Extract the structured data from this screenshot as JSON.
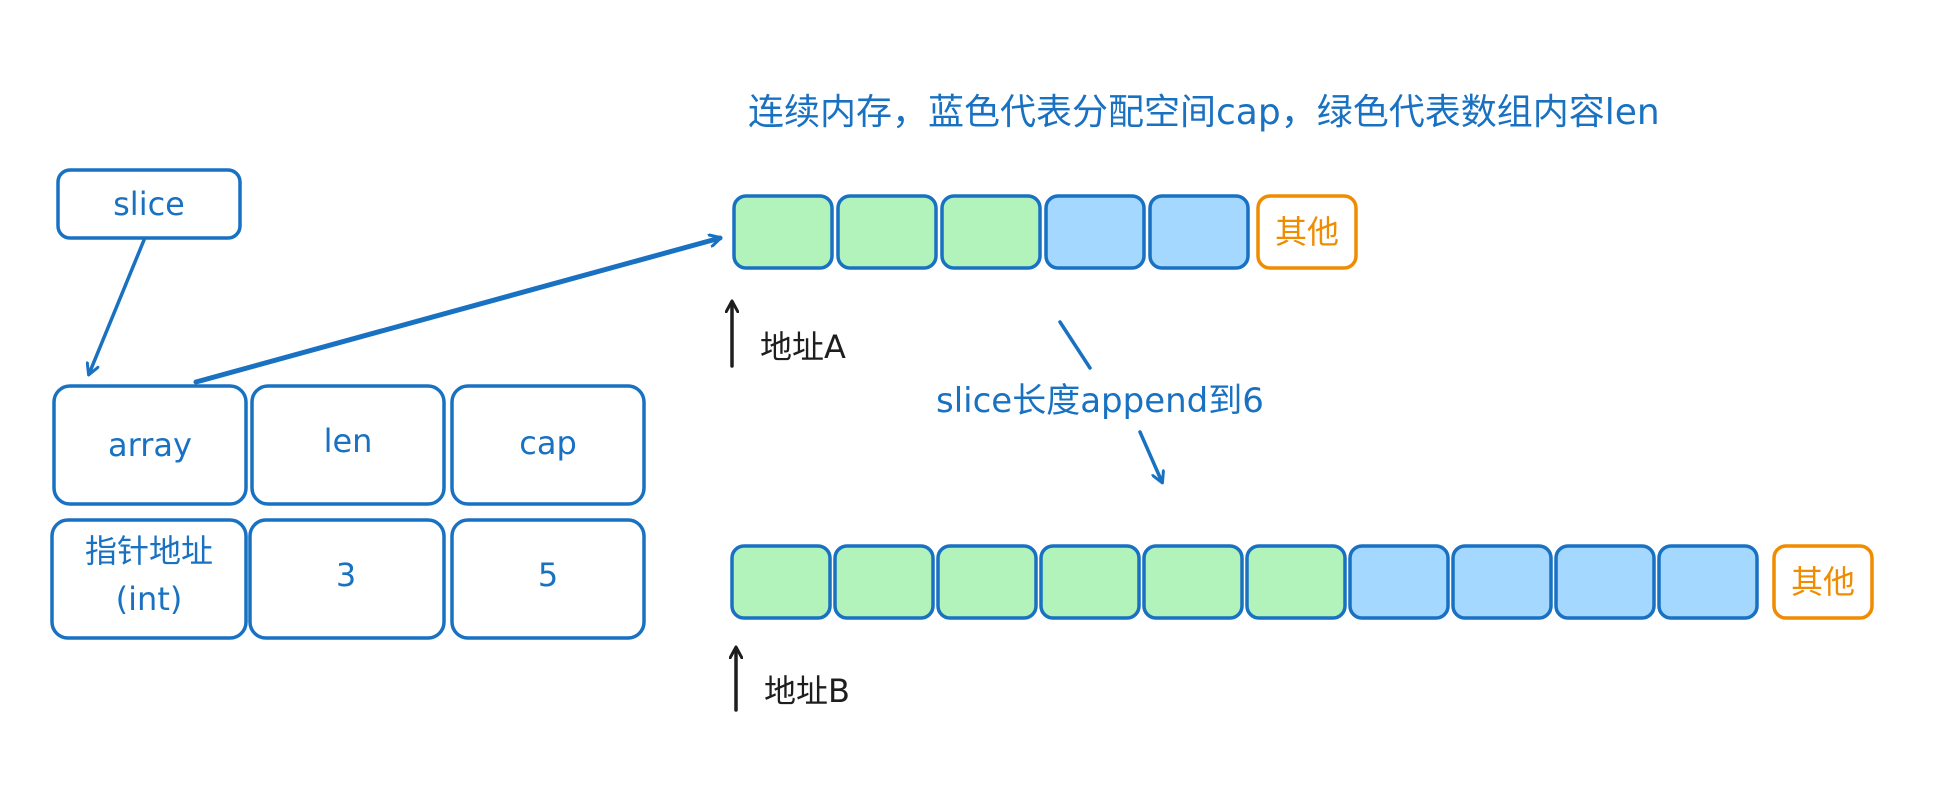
{
  "caption": "连续内存，蓝色代表分配空间cap，绿色代表数组内容len",
  "slice_label": "slice",
  "header": {
    "fields": [
      "array",
      "len",
      "cap"
    ],
    "values": [
      "指针地址",
      "3",
      "5"
    ],
    "pointer_type": "(int)"
  },
  "array_a": {
    "len": 3,
    "cap": 5,
    "other_label": "其他",
    "address_label": "地址A"
  },
  "array_b": {
    "len": 6,
    "cap": 10,
    "other_label": "其他",
    "address_label": "地址B"
  },
  "transition_label": "slice长度append到6",
  "colors": {
    "stroke_blue": "#1971c2",
    "len_fill": "#b2f2bb",
    "cap_fill": "#a5d8ff",
    "other_stroke": "#f08c00",
    "dark": "#1e1e1e"
  }
}
